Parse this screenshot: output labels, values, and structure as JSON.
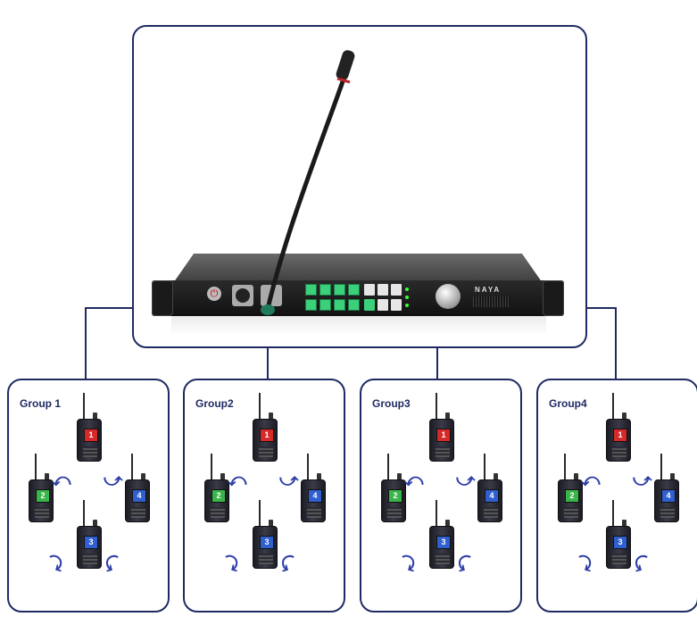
{
  "diagram": {
    "console": {
      "label": "",
      "logo_text": "NAYA"
    },
    "groups": [
      {
        "title": "Group 1",
        "radios": [
          "1",
          "2",
          "3",
          "4"
        ]
      },
      {
        "title": "Group2",
        "radios": [
          "1",
          "2",
          "3",
          "4"
        ]
      },
      {
        "title": "Group3",
        "radios": [
          "1",
          "2",
          "3",
          "4"
        ]
      },
      {
        "title": "Group4",
        "radios": [
          "1",
          "2",
          "3",
          "4"
        ]
      }
    ],
    "radio_screen_colors": {
      "1": "#d62a2a",
      "2": "#39b54a",
      "3": "#2f5fd0",
      "4": "#2f5fd0"
    },
    "line_color": "#1f2a63",
    "arrow_color": "#2e3fa8"
  }
}
